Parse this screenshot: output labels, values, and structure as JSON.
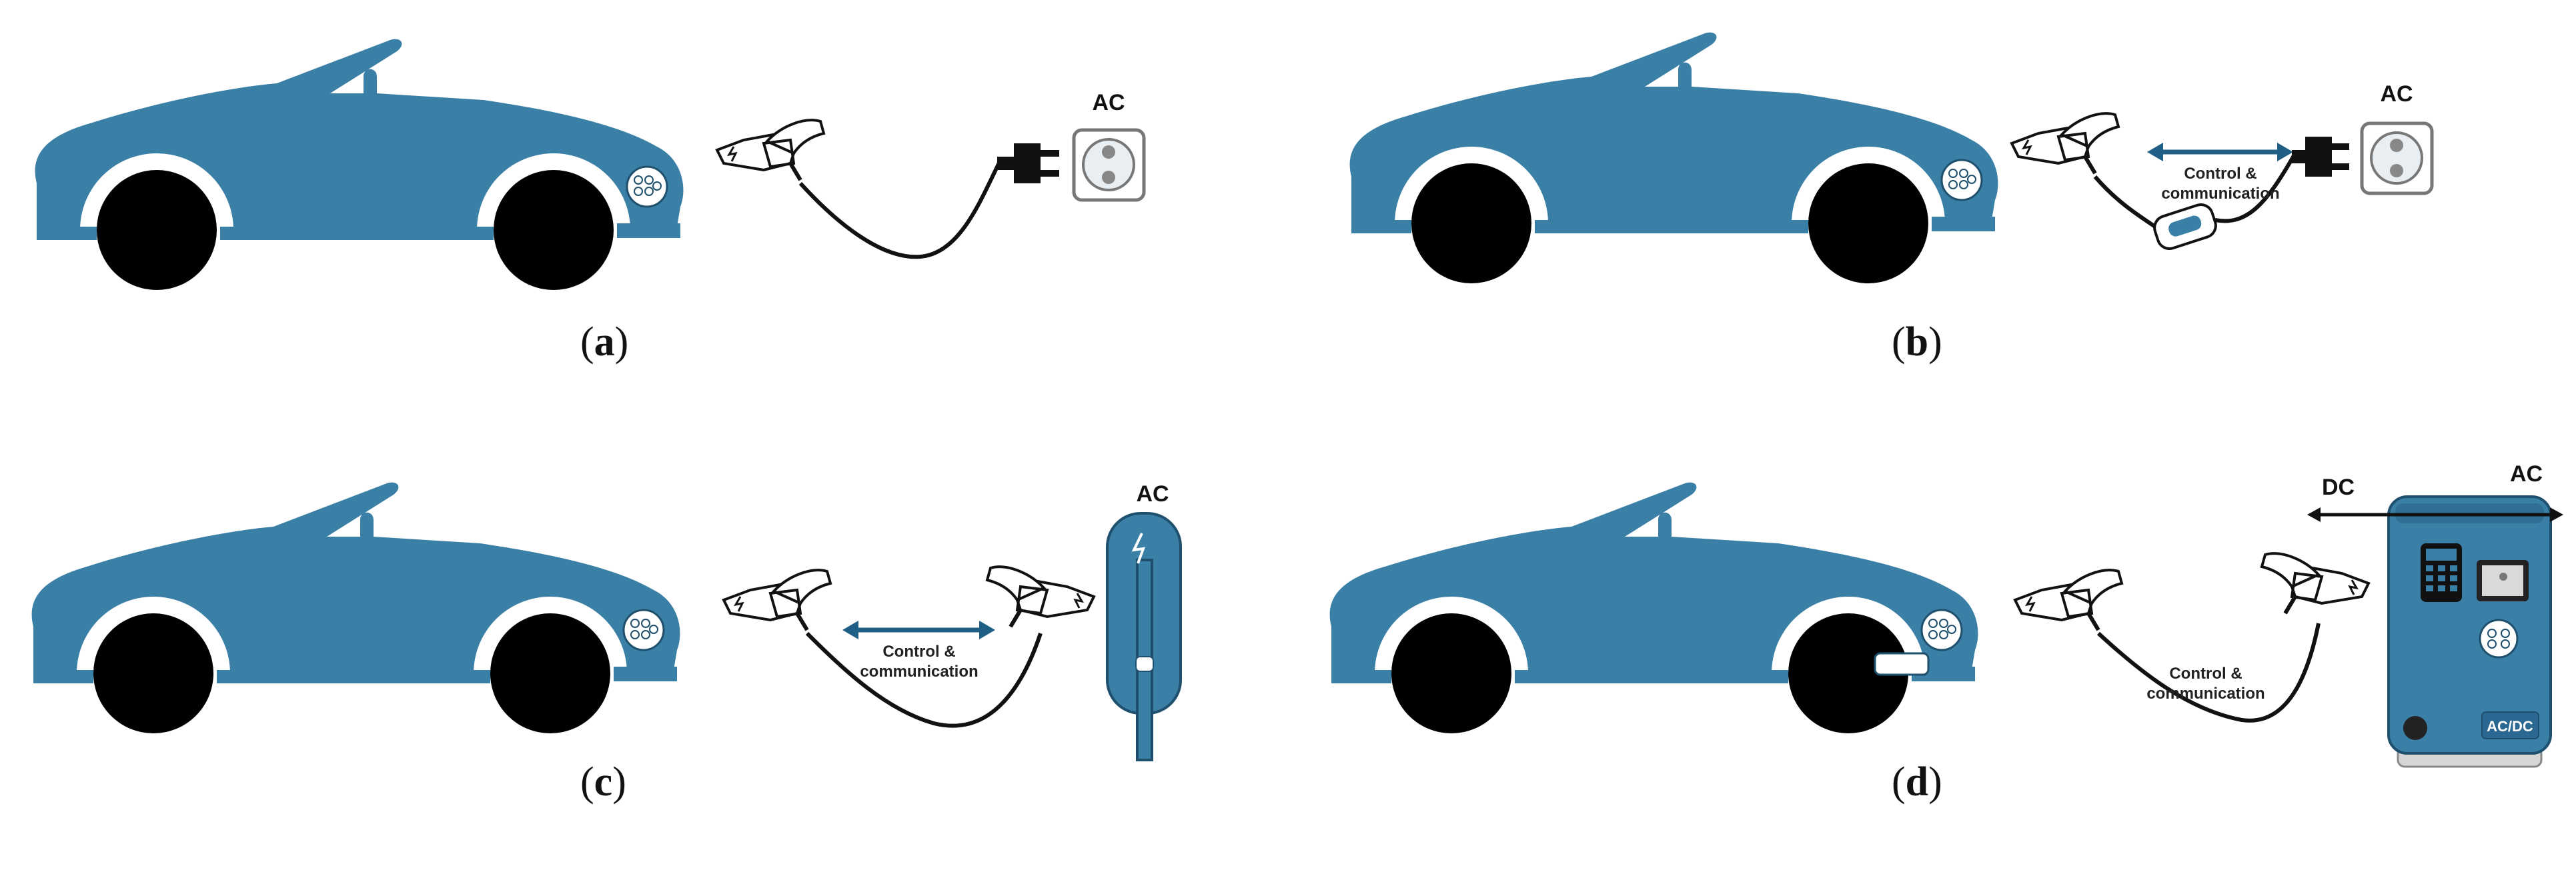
{
  "panels": {
    "a": {
      "caption_open": "(",
      "caption_letter": "a",
      "caption_close": ")",
      "supply_label": "AC"
    },
    "b": {
      "caption_open": "(",
      "caption_letter": "b",
      "caption_close": ")",
      "supply_label": "AC",
      "comm_line1": "Control &",
      "comm_line2": "communication"
    },
    "c": {
      "caption_open": "(",
      "caption_letter": "c",
      "caption_close": ")",
      "supply_label": "AC",
      "comm_line1": "Control &",
      "comm_line2": "communication"
    },
    "d": {
      "caption_open": "(",
      "caption_letter": "d",
      "caption_close": ")",
      "dc_label": "DC",
      "ac_label": "AC",
      "comm_line1": "Control &",
      "comm_line2": "communication",
      "charger_badge": "AC/DC"
    }
  },
  "colors": {
    "car": "#3a7fa6",
    "car_dark": "#2f6f93",
    "arrow": "#1f5f86",
    "wheel": "#000000",
    "cable": "#111111"
  }
}
